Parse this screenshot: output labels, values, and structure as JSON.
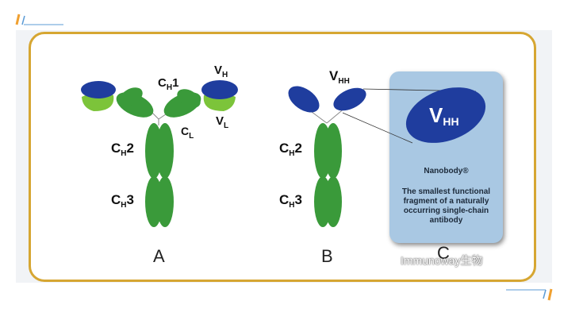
{
  "panel_a": {
    "label": "A",
    "domains": {
      "ch1": {
        "main": "C",
        "sub": "H",
        "suffix": "1"
      },
      "ch2": {
        "main": "C",
        "sub": "H",
        "suffix": "2"
      },
      "ch3": {
        "main": "C",
        "sub": "H",
        "suffix": "3"
      },
      "vh": {
        "main": "V",
        "sub": "H"
      },
      "vl": {
        "main": "V",
        "sub": "L"
      },
      "cl": {
        "main": "C",
        "sub": "L"
      }
    }
  },
  "panel_b": {
    "label": "B",
    "domains": {
      "vhh": {
        "main": "V",
        "sub": "HH"
      },
      "ch2": {
        "main": "C",
        "sub": "H",
        "suffix": "2"
      },
      "ch3": {
        "main": "C",
        "sub": "H",
        "suffix": "3"
      }
    }
  },
  "panel_c": {
    "label": "C",
    "vhh": {
      "main": "V",
      "sub": "HH"
    },
    "title": "Nanobody®",
    "desc_lines": [
      "The smallest functional",
      "fragment of a naturally",
      "occurring single-chain",
      "antibody"
    ]
  },
  "watermark": "Immunoway生物",
  "colors": {
    "heavy_chain": "#3a9a3a",
    "light_chain": "#7cc43a",
    "variable": "#1f3d9e",
    "frame_border": "#d6a632",
    "card": "#a9c8e3",
    "accent_orange": "#f0a030",
    "accent_blue": "#5b9bd5"
  }
}
